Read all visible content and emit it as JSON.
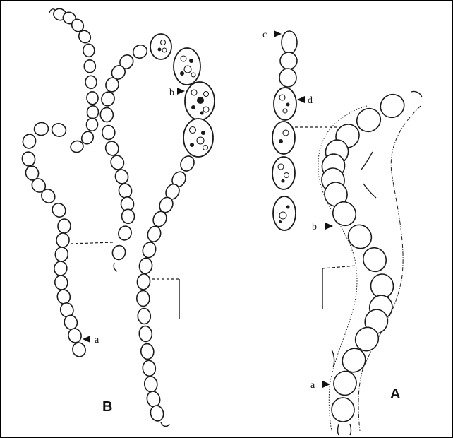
{
  "figure": {
    "panel_labels": {
      "left": "B",
      "right": "A"
    },
    "markers": {
      "left_a": "a",
      "left_b": "b",
      "right_c": "c",
      "right_d": "d",
      "right_b": "b",
      "right_a": "a"
    },
    "colors": {
      "ink": "#1a1a1a",
      "background": "#ffffff",
      "border": "#000000"
    }
  }
}
